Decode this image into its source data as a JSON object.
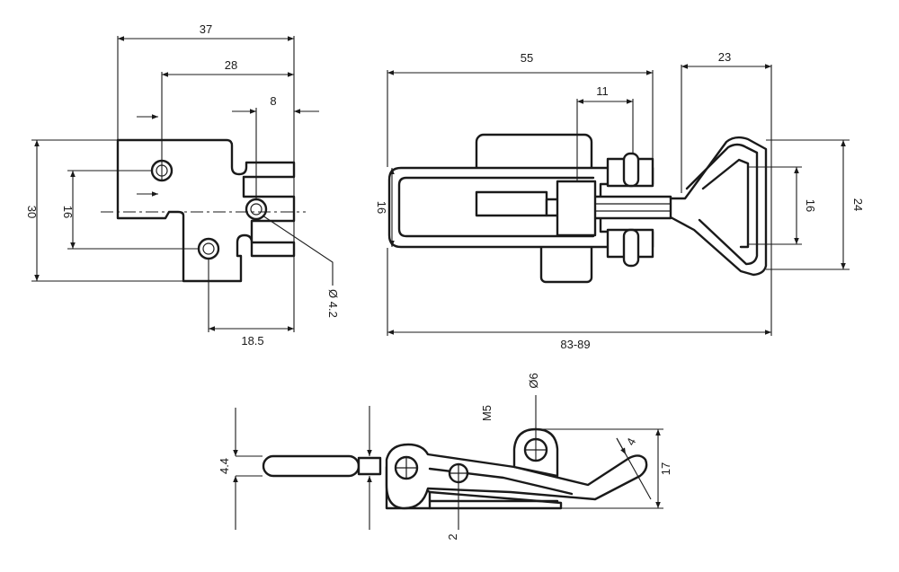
{
  "colors": {
    "ink": "#1a1a1a",
    "paper": "#ffffff"
  },
  "dimensions": {
    "base_width": "37",
    "base_hole_spacing": "28",
    "base_slot_offset": "8",
    "base_height": "30",
    "base_hole_vspacing": "16",
    "base_hole_diameter": "Ø 4.2",
    "base_edge_to_hole": "18.5",
    "top_body_length": "55",
    "top_hook_length": "23",
    "top_pin_spacing": "11",
    "top_body_height": "16",
    "top_hook_inner": "16",
    "top_hook_outer": "24",
    "top_total_length": "83-89",
    "side_pivot_diameter": "Ø6",
    "side_thread": "M5",
    "side_thickness": "4.4",
    "side_height": "17",
    "side_angle": "4",
    "side_plate": "2"
  }
}
